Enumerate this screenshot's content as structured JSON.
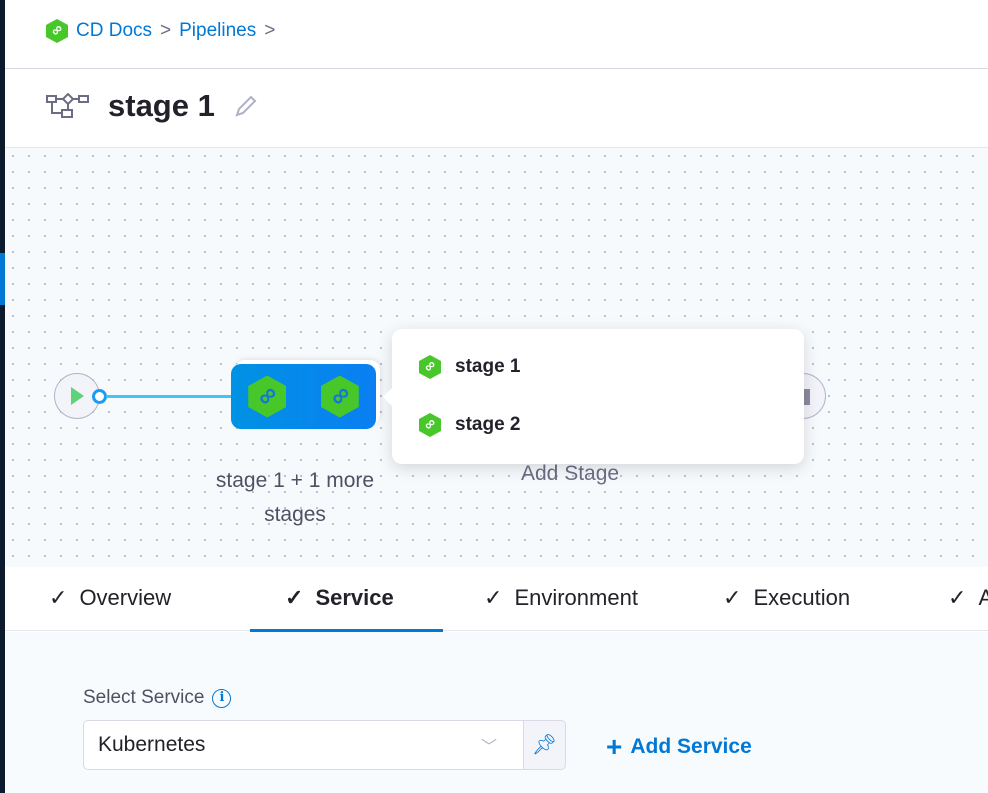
{
  "breadcrumb": {
    "items": [
      "CD Docs",
      "Pipelines"
    ],
    "separator": ">"
  },
  "header": {
    "title": "stage 1"
  },
  "canvas": {
    "group_label": "stage 1 + 1 more stages",
    "add_stage_label": "Add Stage"
  },
  "popup": {
    "items": [
      "stage 1",
      "stage 2"
    ]
  },
  "tabs": [
    {
      "label": "Overview"
    },
    {
      "label": "Service",
      "active": true
    },
    {
      "label": "Environment"
    },
    {
      "label": "Execution"
    },
    {
      "label": "A"
    }
  ],
  "service": {
    "label": "Select Service",
    "value": "Kubernetes",
    "add_label": "Add Service"
  },
  "colors": {
    "accent": "#0278d5",
    "module": "#47c72a"
  }
}
